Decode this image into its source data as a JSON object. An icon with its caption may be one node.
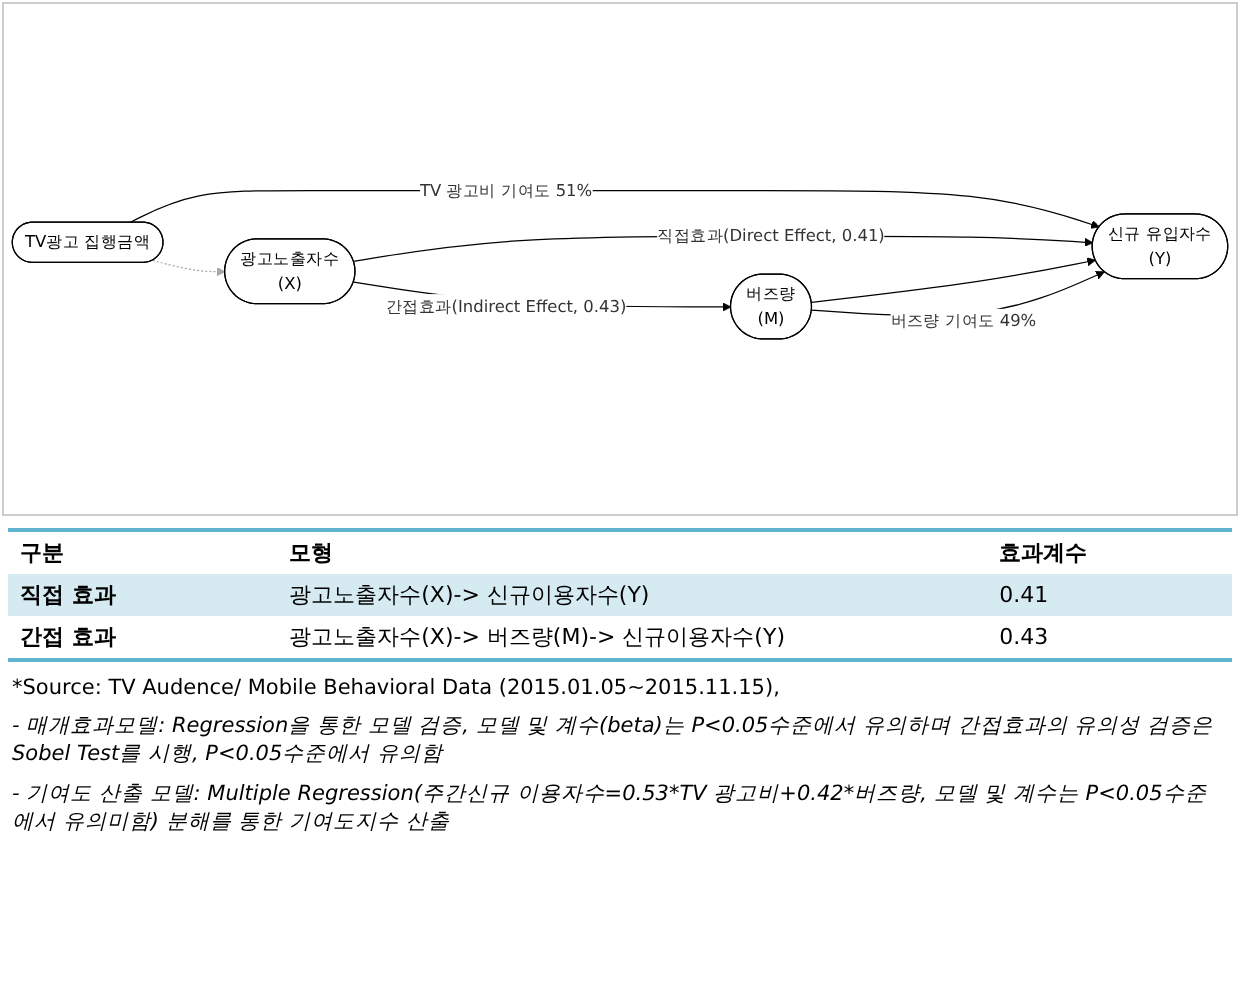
{
  "diagram": {
    "nodes": [
      {
        "text": [
          "TV광고 집행금액"
        ]
      },
      {
        "text": [
          "광고노출자수",
          "(X)"
        ]
      },
      {
        "text": [
          "신규 유입자수",
          "(Y)"
        ]
      },
      {
        "text": [
          "버즈량",
          "(M)"
        ]
      }
    ],
    "edges": [
      {
        "from": 0,
        "to": 2,
        "arrow": "to",
        "label": "TV 광고비 기여도 51%"
      },
      {
        "from": 0,
        "to": 1,
        "arrow": "to",
        "style": "dashed",
        "color": "#a6a6a6"
      },
      {
        "from": 1,
        "to": 2,
        "arrow": "to",
        "label": "직접효과(Direct Effect, 0.41)"
      },
      {
        "from": 1,
        "to": 3,
        "arrow": "to",
        "label": "간접효과(Indirect Effect, 0.43)"
      },
      {
        "from": 3,
        "to": 2,
        "arrow": "to"
      },
      {
        "from": 3,
        "to": 2,
        "arrow": "to",
        "label": "버즈량 기여도 49%"
      }
    ],
    "labels": [
      "구분",
      "모형",
      "효과계수",
      "직접 효과",
      "광고노출자수(X)->  신규이용자수(Y)",
      "0.41",
      "간접 효과",
      "광고노출자수(X)->  버즈량(M)->  신규이용자수(Y)",
      "0.43",
      "*Source: TV Audence/ Mobile Behavioral Data (2015.01.05~2015.11.15),",
      "- 매개효과모델: Regression을 통한 모델 검증, 모델 및 계수(beta)는 P<0.05수준에서 유의하며 간접효과의 유의성 검증은 Sobel Test를 시행, P<0.05수준에서 유의함",
      "- 기여도 산출 모델: Multiple Regression(주간신규 이용자수=0.53*TV 광고비+0.42*버즈량, 모델 및 계수는 P<0.05수준에서 유의미함) 분해를 통한 기여도지수 산출"
    ]
  }
}
